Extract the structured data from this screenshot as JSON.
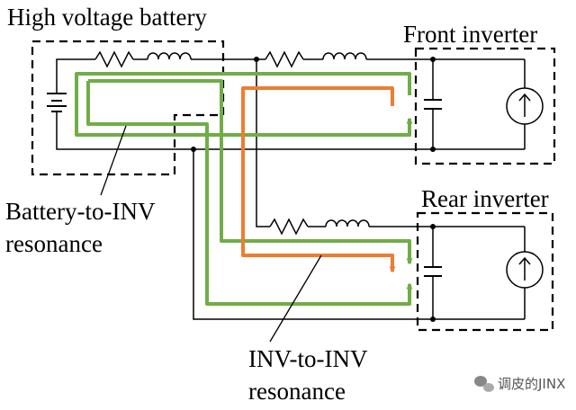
{
  "labels": {
    "battery_title": "High voltage battery",
    "front_inverter": "Front inverter",
    "rear_inverter": "Rear inverter",
    "battery_to_inv_line1": "Battery-to-INV",
    "battery_to_inv_line2": "resonance",
    "inv_to_inv_line1": "INV-to-INV",
    "inv_to_inv_line2": "resonance"
  },
  "watermark": {
    "text": "调皮的JINX"
  },
  "colors": {
    "wire": "#000000",
    "battery_to_inv_path": "#70ad47",
    "inv_to_inv_path": "#ed7d31"
  },
  "icons": {
    "watermark": "wechat-icon"
  }
}
